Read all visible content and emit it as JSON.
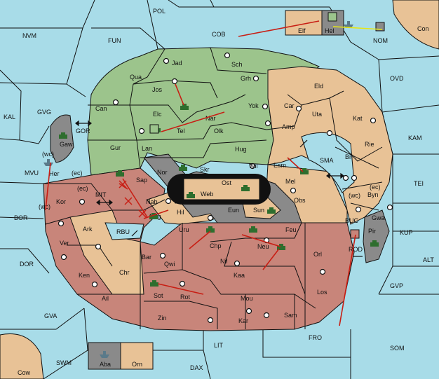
{
  "colors": {
    "sea": "#a8dce8",
    "green_power": "#9cc48c",
    "tan_power": "#e8c296",
    "red_power": "#c8857a",
    "neutral_grey": "#8a8a8a",
    "move_arrow": "#c81e14",
    "support_arrow": "#e6e614",
    "army": "#2e6e2e"
  },
  "sea_labels": [
    "POL",
    "NVM",
    "FUN",
    "COB",
    "Con",
    "NOM",
    "OVD",
    "KAL",
    "GVG",
    "GOR",
    "MVU",
    "(wc)",
    "(ec)",
    "(wc)",
    "MIT",
    "(ec)",
    "BOR",
    "RBU",
    "DOR",
    "GVA",
    "SWM",
    "Cow",
    "DAX",
    "LIT",
    "FRO",
    "SOM",
    "GVP",
    "ALT",
    "KUP",
    "TEI",
    "KAM",
    "SMA",
    "BUC",
    "(wc)",
    "(ec)",
    "ROD"
  ],
  "land_labels": [
    "Jad",
    "Sch",
    "Qua",
    "Jos",
    "Grh",
    "Eld",
    "Can",
    "Elc",
    "Yok",
    "Car",
    "Uta",
    "Kat",
    "Nar",
    "Tel",
    "Olk",
    "Amp",
    "Gur",
    "Lan",
    "Hug",
    "Rie",
    "Gaw",
    "Bri",
    "Nor",
    "Skr",
    "Ost",
    "Wil",
    "Esm",
    "Mel",
    "Sap",
    "Web",
    "Byn",
    "Gwa",
    "Nab",
    "Hil",
    "Eun",
    "Sun",
    "Obs",
    "Pir",
    "Her",
    "Kor",
    "Nog",
    "Uru",
    "Feu",
    "Ark",
    "Chp",
    "Neu",
    "Orl",
    "Ver",
    "Bar",
    "Qwi",
    "Nil",
    "Ken",
    "Chr",
    "Kaa",
    "Sot",
    "Rot",
    "Ail",
    "Mou",
    "Los",
    "Zin",
    "Kar",
    "Sam",
    "Elf",
    "Hel",
    "Aba",
    "Orn"
  ]
}
